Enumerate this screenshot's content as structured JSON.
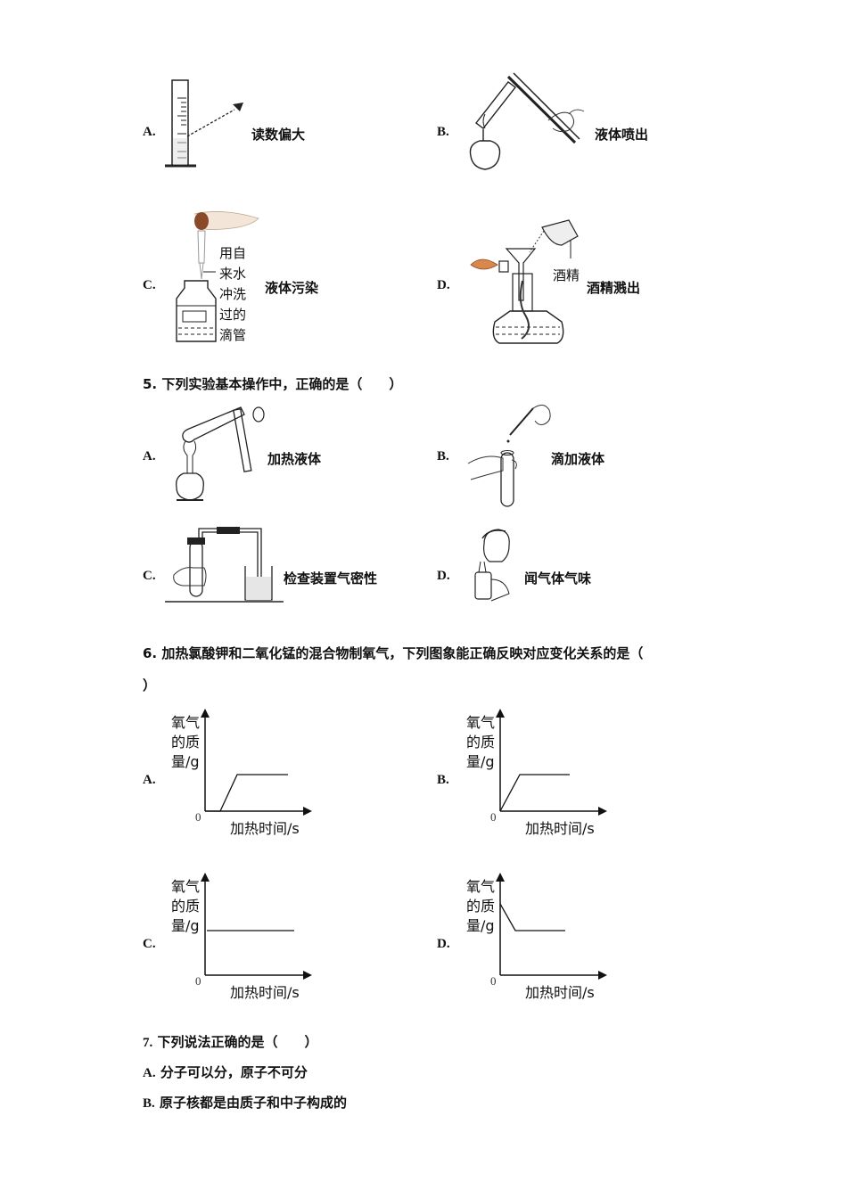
{
  "q4_options": [
    {
      "letter": "A.",
      "caption": "读数偏大",
      "figure": "graduated-cylinder-read-from-above"
    },
    {
      "letter": "B.",
      "caption": "液体喷出",
      "figure": "heating-test-tube-over-alcohol-lamp"
    },
    {
      "letter": "C.",
      "caption": "液体污染",
      "figure": "dropper-into-reagent-bottle",
      "side_note": [
        "用自",
        "来水",
        "冲洗",
        "过的",
        "滴管"
      ]
    },
    {
      "letter": "D.",
      "caption": "酒精溅出",
      "figure": "adding-alcohol-to-lit-lamp",
      "side_note": "酒精"
    }
  ],
  "q5": {
    "number": "5.",
    "stem": "下列实验基本操作中，正确的是（　　）",
    "options": [
      {
        "letter": "A.",
        "caption": "加热液体",
        "figure": "heating-liquid-in-test-tube"
      },
      {
        "letter": "B.",
        "caption": "滴加液体",
        "figure": "dropping-liquid-into-test-tube"
      },
      {
        "letter": "C.",
        "caption": "检查装置气密性",
        "figure": "checking-airtightness"
      },
      {
        "letter": "D.",
        "caption": "闻气体气味",
        "figure": "smelling-gas"
      }
    ]
  },
  "q6": {
    "number": "6.",
    "stem_line1": "加热氯酸钾和二氧化锰的混合物制氧气，下列图象能正确反映对应变化关系的是（",
    "stem_line2": "）",
    "axis": {
      "ylabel_lines": [
        "氧气",
        "的质",
        "量/g"
      ],
      "xlabel": "加热时间/s",
      "origin": "0"
    },
    "options": [
      {
        "letter": "A."
      },
      {
        "letter": "B."
      },
      {
        "letter": "C."
      },
      {
        "letter": "D."
      }
    ]
  },
  "q7": {
    "number": "7.",
    "stem": "下列说法正确的是（　　）",
    "options": [
      {
        "letter": "A.",
        "text": "分子可以分，原子不可分"
      },
      {
        "letter": "B.",
        "text": "原子核都是由质子和中子构成的"
      }
    ]
  },
  "chart_data": [
    {
      "type": "line",
      "title": "A.",
      "xlabel": "加热时间/s",
      "ylabel": "氧气的质量/g",
      "description": "starts at 0 after a delay, rises linearly, then plateaus",
      "x": [
        0,
        1,
        2.2,
        5
      ],
      "y": [
        0,
        0,
        1,
        1
      ],
      "grid": false
    },
    {
      "type": "line",
      "title": "B.",
      "xlabel": "加热时间/s",
      "ylabel": "氧气的质量/g",
      "description": "rises linearly from origin immediately, then plateaus",
      "x": [
        0,
        1.3,
        4.5
      ],
      "y": [
        0,
        1,
        1
      ],
      "grid": false
    },
    {
      "type": "line",
      "title": "C.",
      "xlabel": "加热时间/s",
      "ylabel": "氧气的质量/g",
      "description": "constant horizontal line",
      "x": [
        0,
        5.8
      ],
      "y": [
        1,
        1
      ],
      "grid": false
    },
    {
      "type": "line",
      "title": "D.",
      "xlabel": "加热时间/s",
      "ylabel": "氧气的质量/g",
      "description": "starts high, decreases linearly, then plateaus",
      "x": [
        0,
        1,
        4.3
      ],
      "y": [
        1.6,
        1,
        1
      ],
      "grid": false
    }
  ]
}
